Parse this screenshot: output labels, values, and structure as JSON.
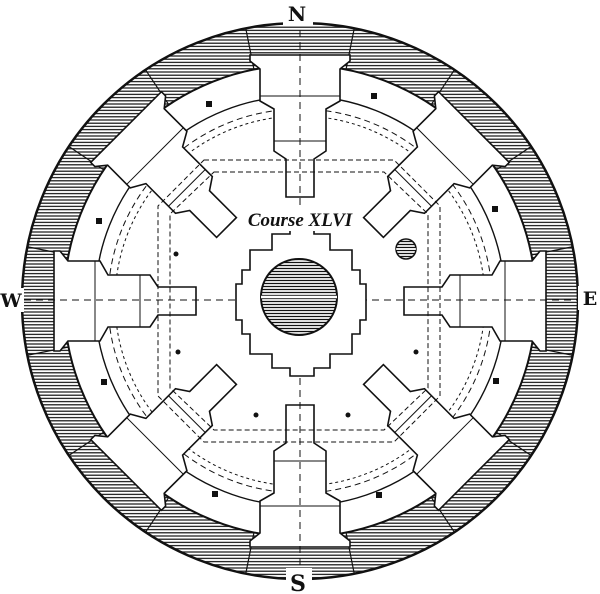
{
  "plate": {
    "course_label": "Course XLVI",
    "compass": {
      "north": "N",
      "south": "S",
      "west": "W",
      "east": "E"
    }
  },
  "colors": {
    "ink": "#111111",
    "paper": "#ffffff"
  }
}
